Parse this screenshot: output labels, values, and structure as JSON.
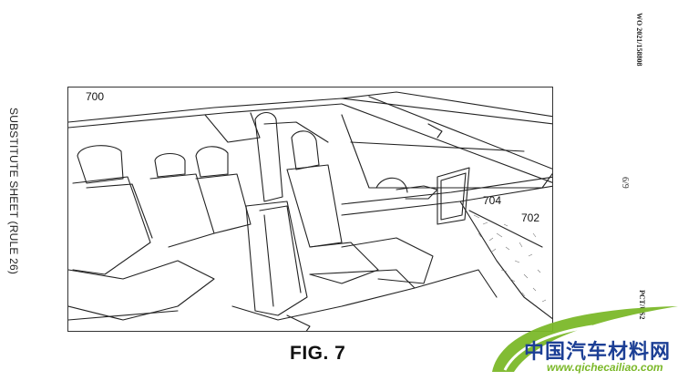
{
  "document": {
    "side_label_left": "SUBSTITUTE SHEET (RULE 26)",
    "publication_number": "WO 2021/158808",
    "page_number": "6/9",
    "pct_label": "PCT/US2",
    "figure_caption": "FIG. 7"
  },
  "figure": {
    "reference_numerals": {
      "cabin": "700",
      "display": "704",
      "dashboard": "702"
    }
  },
  "watermark": {
    "text": "中国汽车材料网",
    "url": "www.qichecailiao.com",
    "colors": {
      "text": "#1c3f95",
      "accent": "#7bb829"
    }
  }
}
